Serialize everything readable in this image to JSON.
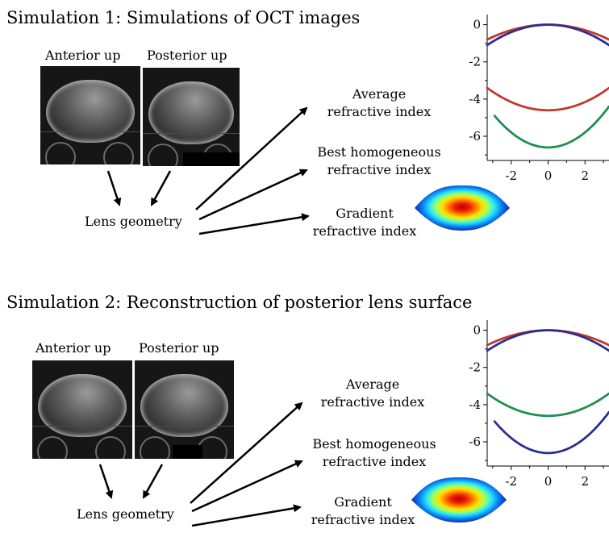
{
  "sim1": {
    "title": "Simulation 1:   Simulations of OCT images",
    "anterior_label": "Anterior up",
    "posterior_label": "Posterior up",
    "lens_geometry": "Lens geometry",
    "outputs": {
      "average": [
        "Average",
        "refractive index"
      ],
      "best": [
        "Best homogeneous",
        "refractive index"
      ],
      "gradient": [
        "Gradient",
        "refractive index"
      ]
    }
  },
  "sim2": {
    "title": "Simulation 2:   Reconstruction of posterior lens surface",
    "anterior_label": "Anterior up",
    "posterior_label": "Posterior up",
    "lens_geometry": "Lens geometry",
    "outputs": {
      "average": [
        "Average",
        "refractive index"
      ],
      "best": [
        "Best homogeneous",
        "refractive index"
      ],
      "gradient": [
        "Gradient",
        "refractive index"
      ]
    }
  },
  "chart_data": [
    {
      "type": "line",
      "xlim": [
        -3.3,
        3.3
      ],
      "ylim": [
        -7.3,
        0.2
      ],
      "xticks": [
        -2,
        0,
        2
      ],
      "yticks": [
        0,
        -2,
        -4,
        -6
      ],
      "grid": false,
      "series": [
        {
          "color": "#c0392b",
          "x": [
            -3.3,
            -2,
            0,
            2,
            3.3
          ],
          "y": [
            -0.8,
            -0.35,
            0,
            -0.35,
            -0.8
          ]
        },
        {
          "color": "#2b2e8f",
          "x": [
            -3.3,
            -2,
            0,
            2,
            3.3
          ],
          "y": [
            -1.1,
            -0.45,
            0,
            -0.45,
            -1.1
          ]
        },
        {
          "color": "#c0392b",
          "x": [
            -3.3,
            -2,
            0,
            2,
            3.3
          ],
          "y": [
            -3.4,
            -4.15,
            -4.6,
            -4.15,
            -3.4
          ]
        },
        {
          "color": "#1e8f4e",
          "x": [
            -2.9,
            -2,
            0,
            2,
            3.3
          ],
          "y": [
            -4.9,
            -5.9,
            -6.6,
            -5.9,
            -4.9
          ]
        }
      ]
    },
    {
      "type": "line",
      "xlim": [
        -3.3,
        3.3
      ],
      "ylim": [
        -7.3,
        0.2
      ],
      "xticks": [
        -2,
        0,
        2
      ],
      "yticks": [
        0,
        -2,
        -4,
        -6
      ],
      "grid": false,
      "series": [
        {
          "color": "#c0392b",
          "x": [
            -3.3,
            -2,
            0,
            2,
            3.3
          ],
          "y": [
            -0.8,
            -0.35,
            0,
            -0.35,
            -0.8
          ]
        },
        {
          "color": "#2b2e8f",
          "x": [
            -3.3,
            -2,
            0,
            2,
            3.3
          ],
          "y": [
            -1.1,
            -0.45,
            0,
            -0.45,
            -1.1
          ]
        },
        {
          "color": "#1e8f4e",
          "x": [
            -3.3,
            -2,
            0,
            2,
            3.3
          ],
          "y": [
            -3.4,
            -4.15,
            -4.6,
            -4.15,
            -3.4
          ]
        },
        {
          "color": "#2b2e8f",
          "x": [
            -2.9,
            -2,
            0,
            2,
            3.3
          ],
          "y": [
            -4.9,
            -5.9,
            -6.6,
            -5.9,
            -4.9
          ]
        }
      ]
    }
  ]
}
